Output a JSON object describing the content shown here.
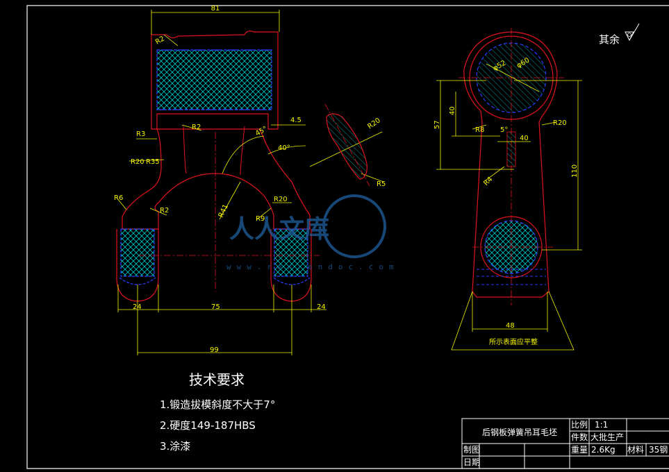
{
  "colors": {
    "background": "#000000",
    "outline": "#e0141e",
    "dimension": "#f5f500",
    "hatch": "#00c8c8",
    "hidden": "#2a3cff",
    "text": "#ffffff",
    "watermark": "#1e5a96"
  },
  "dimensions_left": {
    "top_width": "81",
    "r2_top": "R2",
    "r3": "R3",
    "r2_mid": "R2",
    "r20": "R20",
    "r35": "R35",
    "r6": "R6",
    "r2_low": "R2",
    "r41": "R41",
    "r9": "R9",
    "r20_low": "R20",
    "d4_5": "4.5",
    "a45": "45°",
    "a40": "40°",
    "w24_left": "24",
    "w75": "75",
    "w24_right": "24",
    "w99": "99",
    "r20_sec": "R20",
    "r5_sec": "R5"
  },
  "dimensions_right": {
    "phi52": "φ52",
    "phi60": "φ60",
    "h57": "57",
    "h40": "40",
    "r8": "R8",
    "a5": "5°",
    "w40": "40",
    "r20": "R20",
    "r4": "R4",
    "h110": "110",
    "w48": "48",
    "note_flat": "所示表面应平整"
  },
  "roughness_note": "其余",
  "requirements": {
    "title": "技术要求",
    "items": [
      "1.锻造拔模斜度不大于7°",
      "2.硬度149-187HBS",
      "3.涂漆"
    ]
  },
  "title_block": {
    "part_name": "后钢板弹簧吊耳毛坯",
    "scale_label": "比例",
    "scale_value": "1:1",
    "qty_label": "件数",
    "qty_value": "大批生产",
    "drawn_label": "制图",
    "weight_label": "重量",
    "weight_value": "2.6Kg",
    "material_label": "材料",
    "material_value": "35钢",
    "date_label": "日期"
  },
  "watermark": {
    "brand": "人人文库",
    "url": "www.renrendoc.com"
  }
}
